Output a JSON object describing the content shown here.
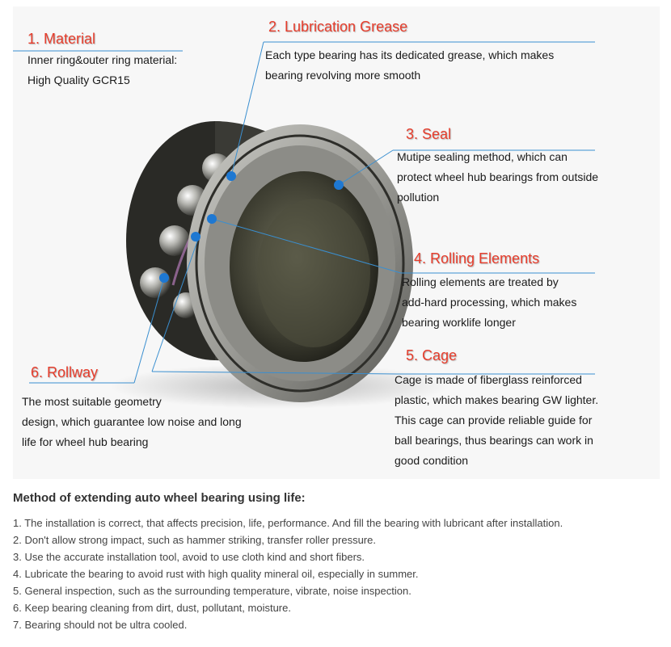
{
  "figure": {
    "callouts": {
      "material": {
        "title": "1. Material",
        "lines": [
          "Inner ring&outer ring material:",
          "High Quality GCR15"
        ]
      },
      "grease": {
        "title": "2. Lubrication Grease",
        "lines": [
          "Each type bearing has its dedicated grease, which makes",
          "bearing revolving more smooth"
        ]
      },
      "seal": {
        "title": "3. Seal",
        "lines": [
          "Mutipe sealing method, which can",
          "protect wheel hub bearings from outside",
          "pollution"
        ]
      },
      "rolling": {
        "title": "4. Rolling Elements",
        "lines": [
          "Rolling elements are treated by",
          "add-hard processing, which makes",
          "bearing worklife longer"
        ]
      },
      "cage": {
        "title": "5. Cage",
        "lines": [
          "Cage is made of fiberglass reinforced",
          "plastic, which makes bearing GW lighter.",
          "This cage can provide reliable guide for",
          "ball bearings, thus bearings can work in",
          "good condition"
        ]
      },
      "rollway": {
        "title": "6. Rollway",
        "lines": [
          "The most suitable geometry",
          "design, which guarantee low noise and long",
          "life for wheel hub bearing"
        ]
      }
    },
    "colors": {
      "heading": "#e63d2c",
      "leader": "#3a8fd0",
      "dot": "#1e78d2"
    }
  },
  "methods": {
    "title": "Method of extending auto wheel bearing using life:",
    "items": [
      "1. The installation is correct, that affects precision, life, performance. And fill the bearing with lubricant after installation.",
      "2. Don't allow strong impact, such as hammer striking, transfer roller pressure.",
      "3. Use the accurate installation tool, avoid to use cloth kind and short fibers.",
      "4. Lubricate the bearing to avoid rust with high quality mineral oil, especially in summer.",
      "5. General inspection, such as the surrounding temperature, vibrate, noise inspection.",
      "6. Keep bearing cleaning from dirt, dust, pollutant, moisture.",
      "7. Bearing should not be ultra cooled."
    ]
  }
}
